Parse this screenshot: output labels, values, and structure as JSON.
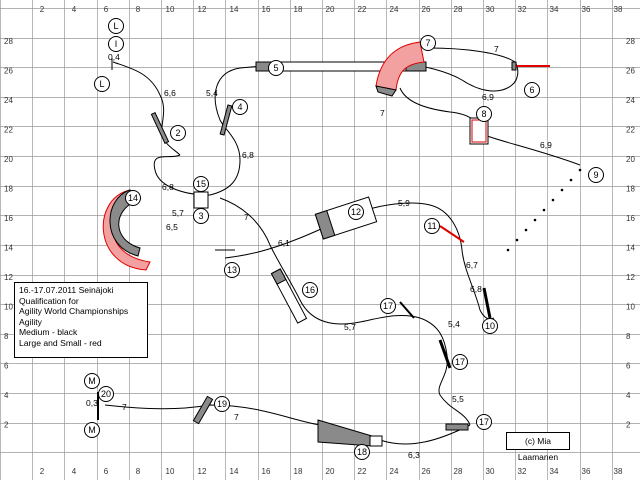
{
  "grid": {
    "x_labels": [
      "2",
      "4",
      "6",
      "8",
      "10",
      "12",
      "14",
      "16",
      "18",
      "20",
      "22",
      "24",
      "26",
      "28",
      "30",
      "32",
      "34",
      "36",
      "38"
    ],
    "y_labels": [
      "28",
      "26",
      "24",
      "22",
      "20",
      "18",
      "16",
      "14",
      "12",
      "10",
      "8",
      "6",
      "4",
      "2"
    ]
  },
  "info": {
    "line1": "16.-17.07.2011 Seinäjoki",
    "line2": "Qualification for",
    "line3": "Agility World Championships",
    "line4": "Agility",
    "line5": "Medium - black",
    "line6": "Large and Small - red"
  },
  "copyright": "(c) Mia Laamanen",
  "colors": {
    "grid": "#9a9a9a",
    "path": "#000000",
    "contact_gray": "#8a8a8a",
    "red_tunnel": "#f2a0a0",
    "red_line": "#e00000"
  },
  "obstacles": [
    {
      "label": "L"
    },
    {
      "label": "I"
    },
    {
      "label": "L"
    },
    {
      "label": "2"
    },
    {
      "label": "3"
    },
    {
      "label": "4"
    },
    {
      "label": "5"
    },
    {
      "label": "6"
    },
    {
      "label": "7"
    },
    {
      "label": "8"
    },
    {
      "label": "9"
    },
    {
      "label": "10"
    },
    {
      "label": "11"
    },
    {
      "label": "12"
    },
    {
      "label": "13"
    },
    {
      "label": "14"
    },
    {
      "label": "15"
    },
    {
      "label": "16"
    },
    {
      "label": "17"
    },
    {
      "label": "17"
    },
    {
      "label": "17"
    },
    {
      "label": "18"
    },
    {
      "label": "19"
    },
    {
      "label": "20"
    },
    {
      "label": "M"
    },
    {
      "label": "M"
    }
  ],
  "distances": [
    "0,4",
    "6,6",
    "5,4",
    "6,8",
    "6,8",
    "5,7",
    "6,5",
    "7",
    "6,1",
    "5,9",
    "7",
    "6,9",
    "6,9",
    "7",
    "6,7",
    "6,8",
    "5,7",
    "5,4",
    "5,5",
    "6,3",
    "7",
    "7",
    "0,3"
  ]
}
